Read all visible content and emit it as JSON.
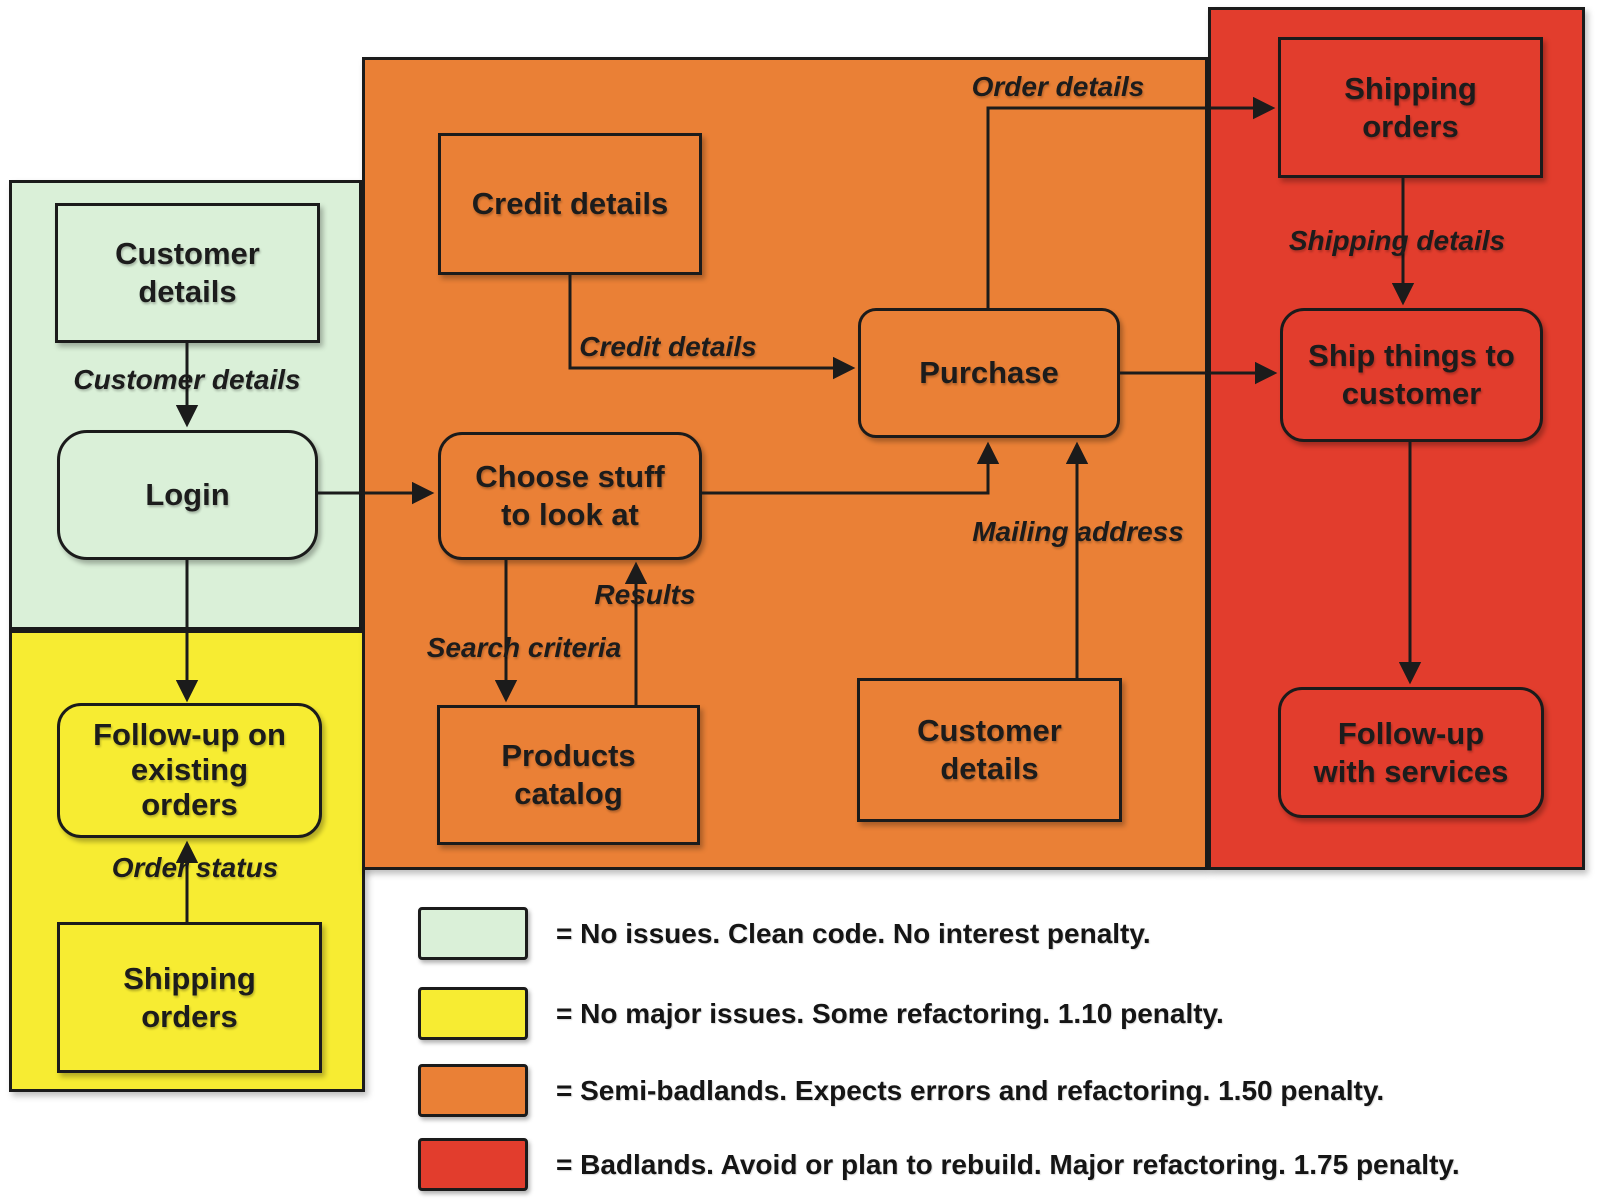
{
  "colors": {
    "clean": "#daf0d8",
    "minor": "#f7ec32",
    "semi": "#ea8036",
    "bad": "#e23d2d"
  },
  "nodes": {
    "customer_details_green": "Customer\ndetails",
    "login": "Login",
    "followup_existing_orders": "Follow-up on\nexisting\norders",
    "shipping_orders_yellow": "Shipping\norders",
    "credit_details": "Credit details",
    "choose_stuff": "Choose stuff\nto look at",
    "products_catalog": "Products\ncatalog",
    "purchase": "Purchase",
    "customer_details_orange": "Customer\ndetails",
    "shipping_orders_red": "Shipping\norders",
    "ship_things_to_customer": "Ship things to\ncustomer",
    "followup_with_services": "Follow-up\nwith services"
  },
  "edge_labels": {
    "customer_details": "Customer details",
    "order_status": "Order status",
    "credit_details": "Credit details",
    "order_details": "Order details",
    "results": "Results",
    "search_criteria": "Search criteria",
    "mailing_address": "Mailing address",
    "shipping_details": "Shipping details"
  },
  "legend": {
    "items": [
      {
        "text": "= No issues. Clean code. No interest penalty."
      },
      {
        "text": "= No major issues. Some refactoring. 1.10 penalty."
      },
      {
        "text": "= Semi-badlands. Expects errors and refactoring. 1.50 penalty."
      },
      {
        "text": "= Badlands. Avoid or plan to rebuild. Major refactoring. 1.75 penalty."
      }
    ]
  }
}
